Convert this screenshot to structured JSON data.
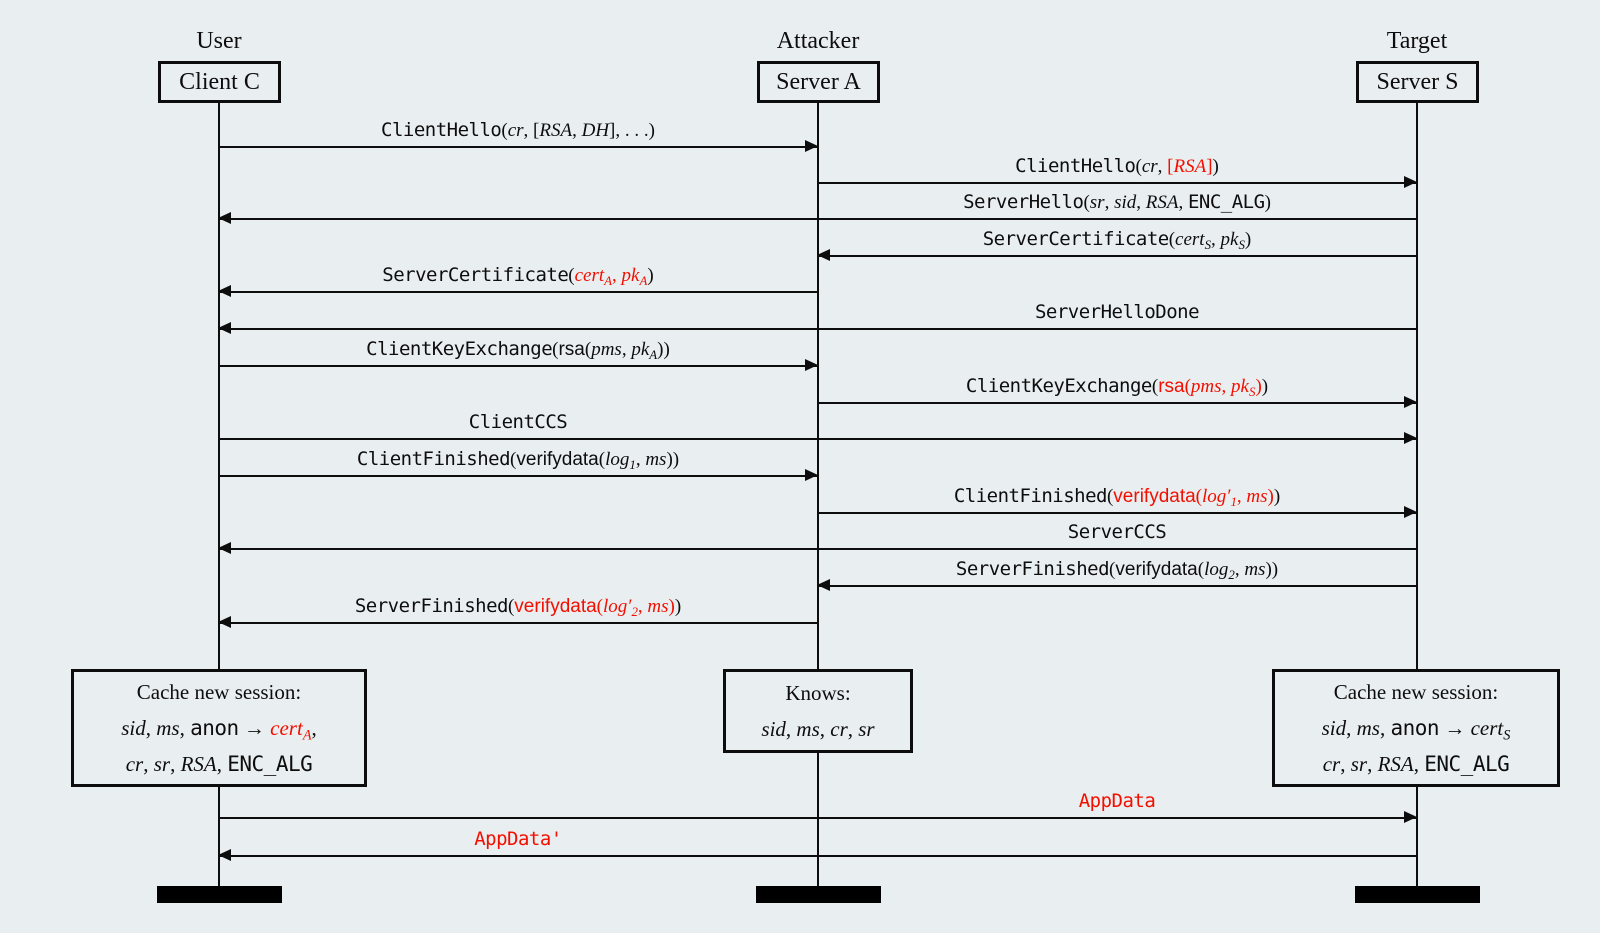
{
  "colors": {
    "background": "#e9eef0",
    "line": "#0d0d0d",
    "red": "#f30f00"
  },
  "actors": [
    {
      "role": "User",
      "name": "Client C"
    },
    {
      "role": "Attacker",
      "name": "Server A"
    },
    {
      "role": "Target",
      "name": "Server S"
    }
  ],
  "messages": [
    {
      "from": "Client C",
      "to": "Server A",
      "parts": [
        {
          "t": "ClientHello",
          "s": "tt"
        },
        {
          "t": "(",
          "s": "rm"
        },
        {
          "t": "cr",
          "s": "it"
        },
        {
          "t": ", [",
          "s": "rm"
        },
        {
          "t": "RSA",
          "s": "it"
        },
        {
          "t": ", ",
          "s": "rm"
        },
        {
          "t": "DH",
          "s": "it"
        },
        {
          "t": "], . . .)",
          "s": "rm"
        }
      ]
    },
    {
      "from": "Server A",
      "to": "Server S",
      "parts": [
        {
          "t": "ClientHello",
          "s": "tt"
        },
        {
          "t": "(",
          "s": "rm"
        },
        {
          "t": "cr",
          "s": "it"
        },
        {
          "t": ", ",
          "s": "rm"
        },
        {
          "t": "[",
          "s": "rm",
          "red": true
        },
        {
          "t": "RSA",
          "s": "it",
          "red": true
        },
        {
          "t": "]",
          "s": "rm",
          "red": true
        },
        {
          "t": ")",
          "s": "rm"
        }
      ]
    },
    {
      "from": "Server S",
      "to": "Client C",
      "parts": [
        {
          "t": "ServerHello",
          "s": "tt"
        },
        {
          "t": "(",
          "s": "rm"
        },
        {
          "t": "sr",
          "s": "it"
        },
        {
          "t": ", ",
          "s": "rm"
        },
        {
          "t": "sid",
          "s": "it"
        },
        {
          "t": ", ",
          "s": "rm"
        },
        {
          "t": "RSA",
          "s": "it"
        },
        {
          "t": ", ",
          "s": "rm"
        },
        {
          "t": "ENC_ALG",
          "s": "tt"
        },
        {
          "t": ")",
          "s": "rm"
        }
      ]
    },
    {
      "from": "Server S",
      "to": "Server A",
      "parts": [
        {
          "t": "ServerCertificate",
          "s": "tt"
        },
        {
          "t": "(",
          "s": "rm"
        },
        {
          "t": "cert",
          "s": "it"
        },
        {
          "t": "S",
          "s": "it",
          "sub": true
        },
        {
          "t": ", ",
          "s": "rm"
        },
        {
          "t": "pk",
          "s": "it"
        },
        {
          "t": "S",
          "s": "it",
          "sub": true
        },
        {
          "t": ")",
          "s": "rm"
        }
      ]
    },
    {
      "from": "Server A",
      "to": "Client C",
      "parts": [
        {
          "t": "ServerCertificate",
          "s": "tt"
        },
        {
          "t": "(",
          "s": "rm"
        },
        {
          "t": "cert",
          "s": "it",
          "red": true
        },
        {
          "t": "A",
          "s": "it",
          "sub": true,
          "red": true
        },
        {
          "t": ", ",
          "s": "rm",
          "red": true
        },
        {
          "t": "pk",
          "s": "it",
          "red": true
        },
        {
          "t": "A",
          "s": "it",
          "sub": true,
          "red": true
        },
        {
          "t": ")",
          "s": "rm"
        }
      ]
    },
    {
      "from": "Server S",
      "to": "Client C",
      "parts": [
        {
          "t": "ServerHelloDone",
          "s": "tt"
        }
      ]
    },
    {
      "from": "Client C",
      "to": "Server A",
      "parts": [
        {
          "t": "ClientKeyExchange",
          "s": "tt"
        },
        {
          "t": "(",
          "s": "rm"
        },
        {
          "t": "rsa",
          "s": "sf"
        },
        {
          "t": "(",
          "s": "rm"
        },
        {
          "t": "pms",
          "s": "it"
        },
        {
          "t": ", ",
          "s": "rm"
        },
        {
          "t": "pk",
          "s": "it"
        },
        {
          "t": "A",
          "s": "it",
          "sub": true
        },
        {
          "t": "))",
          "s": "rm"
        }
      ]
    },
    {
      "from": "Server A",
      "to": "Server S",
      "parts": [
        {
          "t": "ClientKeyExchange",
          "s": "tt"
        },
        {
          "t": "(",
          "s": "rm"
        },
        {
          "t": "rsa",
          "s": "sf",
          "red": true
        },
        {
          "t": "(",
          "s": "rm",
          "red": true
        },
        {
          "t": "pms",
          "s": "it",
          "red": true
        },
        {
          "t": ", ",
          "s": "rm",
          "red": true
        },
        {
          "t": "pk",
          "s": "it",
          "red": true
        },
        {
          "t": "S",
          "s": "it",
          "sub": true,
          "red": true
        },
        {
          "t": ")",
          "s": "rm",
          "red": true
        },
        {
          "t": ")",
          "s": "rm"
        }
      ]
    },
    {
      "from": "Client C",
      "to": "Server S",
      "parts": [
        {
          "t": "ClientCCS",
          "s": "tt"
        }
      ]
    },
    {
      "from": "Client C",
      "to": "Server A",
      "parts": [
        {
          "t": "ClientFinished",
          "s": "tt"
        },
        {
          "t": "(",
          "s": "rm"
        },
        {
          "t": "verifydata",
          "s": "sf"
        },
        {
          "t": "(",
          "s": "rm"
        },
        {
          "t": "log",
          "s": "it"
        },
        {
          "t": "1",
          "s": "it",
          "sub": true
        },
        {
          "t": ", ",
          "s": "rm"
        },
        {
          "t": "ms",
          "s": "it"
        },
        {
          "t": "))",
          "s": "rm"
        }
      ]
    },
    {
      "from": "Server A",
      "to": "Server S",
      "parts": [
        {
          "t": "ClientFinished",
          "s": "tt"
        },
        {
          "t": "(",
          "s": "rm"
        },
        {
          "t": "verifydata",
          "s": "sf",
          "red": true
        },
        {
          "t": "(",
          "s": "rm",
          "red": true
        },
        {
          "t": "log′",
          "s": "it",
          "red": true
        },
        {
          "t": "1",
          "s": "it",
          "sub": true,
          "red": true
        },
        {
          "t": ", ",
          "s": "rm",
          "red": true
        },
        {
          "t": "ms",
          "s": "it",
          "red": true
        },
        {
          "t": ")",
          "s": "rm",
          "red": true
        },
        {
          "t": ")",
          "s": "rm"
        }
      ]
    },
    {
      "from": "Server S",
      "to": "Client C",
      "parts": [
        {
          "t": "ServerCCS",
          "s": "tt"
        }
      ]
    },
    {
      "from": "Server S",
      "to": "Server A",
      "parts": [
        {
          "t": "ServerFinished",
          "s": "tt"
        },
        {
          "t": "(",
          "s": "rm"
        },
        {
          "t": "verifydata",
          "s": "sf"
        },
        {
          "t": "(",
          "s": "rm"
        },
        {
          "t": "log",
          "s": "it"
        },
        {
          "t": "2",
          "s": "it",
          "sub": true
        },
        {
          "t": ", ",
          "s": "rm"
        },
        {
          "t": "ms",
          "s": "it"
        },
        {
          "t": "))",
          "s": "rm"
        }
      ]
    },
    {
      "from": "Server A",
      "to": "Client C",
      "parts": [
        {
          "t": "ServerFinished",
          "s": "tt"
        },
        {
          "t": "(",
          "s": "rm"
        },
        {
          "t": "verifydata",
          "s": "sf",
          "red": true
        },
        {
          "t": "(",
          "s": "rm",
          "red": true
        },
        {
          "t": "log′",
          "s": "it",
          "red": true
        },
        {
          "t": "2",
          "s": "it",
          "sub": true,
          "red": true
        },
        {
          "t": ", ",
          "s": "rm",
          "red": true
        },
        {
          "t": "ms",
          "s": "it",
          "red": true
        },
        {
          "t": ")",
          "s": "rm",
          "red": true
        },
        {
          "t": ")",
          "s": "rm"
        }
      ]
    },
    {
      "from": "Client C",
      "to": "Server S",
      "parts": [
        {
          "t": "AppData",
          "s": "tt",
          "red": true
        }
      ]
    },
    {
      "from": "Server S",
      "to": "Client C",
      "parts": [
        {
          "t": "AppData'",
          "s": "tt",
          "red": true
        }
      ]
    }
  ],
  "notes": [
    {
      "owner": "Client C",
      "lines": [
        [
          {
            "t": "Cache new session:",
            "s": "rm"
          }
        ],
        [
          {
            "t": "sid",
            "s": "it"
          },
          {
            "t": ", ",
            "s": "rm"
          },
          {
            "t": "ms",
            "s": "it"
          },
          {
            "t": ", ",
            "s": "rm"
          },
          {
            "t": "anon",
            "s": "tt"
          },
          {
            "t": " → ",
            "s": "rm"
          },
          {
            "t": "cert",
            "s": "it",
            "red": true
          },
          {
            "t": "A",
            "s": "it",
            "sub": true,
            "red": true
          },
          {
            "t": ",",
            "s": "rm"
          }
        ],
        [
          {
            "t": "cr",
            "s": "it"
          },
          {
            "t": ", ",
            "s": "rm"
          },
          {
            "t": "sr",
            "s": "it"
          },
          {
            "t": ", ",
            "s": "rm"
          },
          {
            "t": "RSA",
            "s": "it"
          },
          {
            "t": ", ",
            "s": "rm"
          },
          {
            "t": "ENC_ALG",
            "s": "tt"
          }
        ]
      ]
    },
    {
      "owner": "Server A",
      "lines": [
        [
          {
            "t": "Knows:",
            "s": "rm"
          }
        ],
        [
          {
            "t": "sid",
            "s": "it"
          },
          {
            "t": ", ",
            "s": "rm"
          },
          {
            "t": "ms",
            "s": "it"
          },
          {
            "t": ", ",
            "s": "rm"
          },
          {
            "t": "cr",
            "s": "it"
          },
          {
            "t": ", ",
            "s": "rm"
          },
          {
            "t": "sr",
            "s": "it"
          }
        ]
      ]
    },
    {
      "owner": "Server S",
      "lines": [
        [
          {
            "t": "Cache new session:",
            "s": "rm"
          }
        ],
        [
          {
            "t": "sid",
            "s": "it"
          },
          {
            "t": ", ",
            "s": "rm"
          },
          {
            "t": "ms",
            "s": "it"
          },
          {
            "t": ", ",
            "s": "rm"
          },
          {
            "t": "anon",
            "s": "tt"
          },
          {
            "t": " → ",
            "s": "rm"
          },
          {
            "t": "cert",
            "s": "it"
          },
          {
            "t": "S",
            "s": "it",
            "sub": true
          }
        ],
        [
          {
            "t": "cr",
            "s": "it"
          },
          {
            "t": ", ",
            "s": "rm"
          },
          {
            "t": "sr",
            "s": "it"
          },
          {
            "t": ", ",
            "s": "rm"
          },
          {
            "t": "RSA",
            "s": "it"
          },
          {
            "t": ", ",
            "s": "rm"
          },
          {
            "t": "ENC_ALG",
            "s": "tt"
          }
        ]
      ]
    }
  ]
}
